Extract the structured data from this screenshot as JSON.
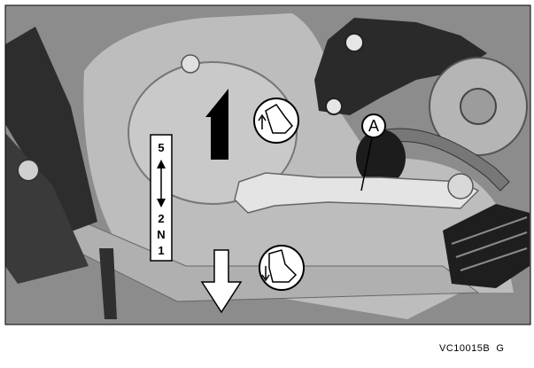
{
  "gear_indicator": {
    "top": "5",
    "lower": [
      "2",
      "N",
      "1"
    ]
  },
  "callout": {
    "label": "A"
  },
  "figure_code": "VC10015B  G",
  "colors": {
    "background": "#ffffff",
    "engine_gray": "#9a9a9a",
    "dark_parts": "#2d2d2d",
    "line": "#000000"
  },
  "icons": [
    "upshift-boot-icon",
    "downshift-boot-icon",
    "up-arrow-icon",
    "down-arrow-icon",
    "double-arrow-icon"
  ]
}
